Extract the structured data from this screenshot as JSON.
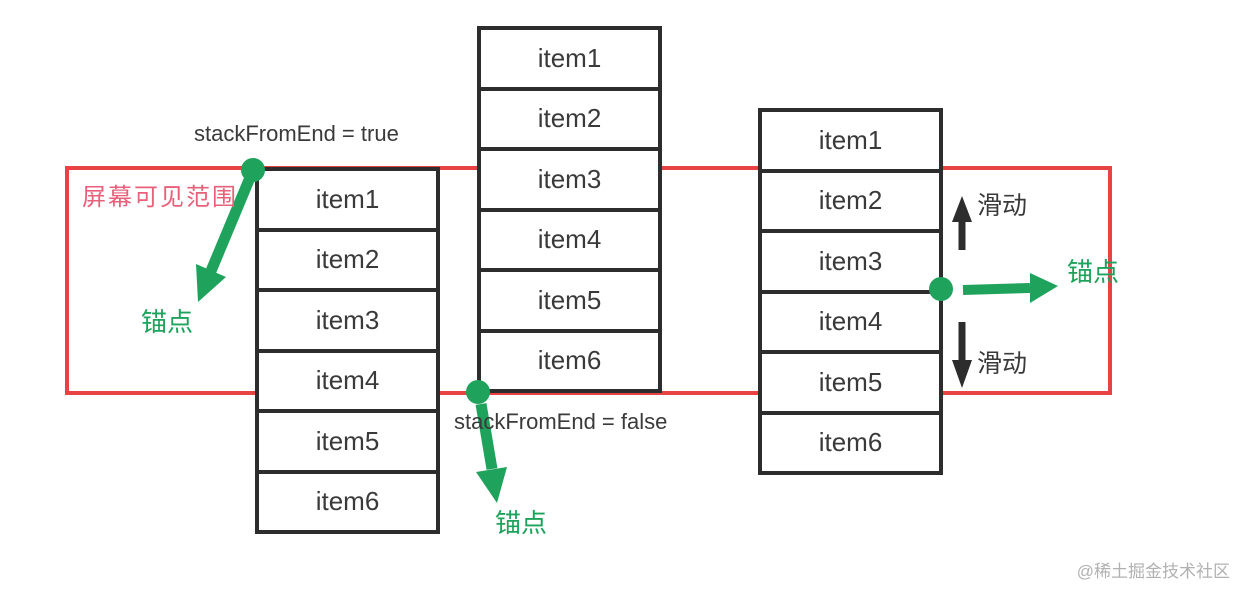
{
  "labels": {
    "stack_from_end_true": "stackFromEnd = true",
    "stack_from_end_false": "stackFromEnd = false",
    "visible_range": "屏幕可见范围",
    "anchor": "锚点",
    "slide": "滑动",
    "watermark": "@稀土掘金技术社区"
  },
  "lists": {
    "left": {
      "items": [
        "item1",
        "item2",
        "item3",
        "item4",
        "item5",
        "item6"
      ]
    },
    "middle": {
      "items": [
        "item1",
        "item2",
        "item3",
        "item4",
        "item5",
        "item6"
      ]
    },
    "right": {
      "items": [
        "item1",
        "item2",
        "item3",
        "item4",
        "item5",
        "item6"
      ]
    }
  },
  "colors": {
    "green": "#1fa35c",
    "red": "#e84343",
    "pink": "#e8607a",
    "ink": "#3a3a3a",
    "line": "#2d2d2d",
    "watermark_gray": "#b1b1b1"
  }
}
